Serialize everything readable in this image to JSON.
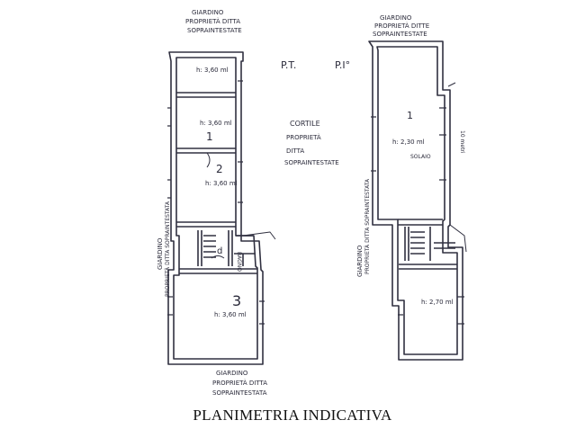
{
  "ground": {
    "level_label": "P.T.",
    "top_label_1": "GIARDINO",
    "top_label_2": "PROPRIETÀ DITTA",
    "top_label_3": "SOPRAINTESTATE",
    "room1_height": "h: 3,60 ml",
    "room2_height": "h: 3,60 ml",
    "room2_num": "1",
    "room3_height": "h: 3,60 ml",
    "room3_num": "2",
    "bath_label": "BAGNO",
    "d_label": "d",
    "room4_num": "3",
    "room4_height": "h: 3,60 ml",
    "left_side_1": "GIARDINO",
    "left_side_2": "PROPRIETÀ DITTA SOPRAINTESTATA",
    "bottom_label_1": "GIARDINO",
    "bottom_label_2": "PROPRIETÀ DITTA",
    "bottom_label_3": "SOPRAINTESTATA"
  },
  "courtyard": {
    "line1": "CORTILE",
    "line2": "PROPRIETÀ",
    "line3": "DITTA",
    "line4": "SOPRAINTESTATE"
  },
  "first": {
    "level_label": "P.I°",
    "top_label_1": "GIARDINO",
    "top_label_2": "PROPRIETÀ DITTE",
    "top_label_3": "SOPRAINTESTATE",
    "room1_num": "1",
    "room1_height": "h: 2,30 ml",
    "room1_note": "SOLAIO",
    "right_note": "10 metri",
    "left_side_1": "GIARDINO",
    "left_side_2": "PROPRIETÀ DITTA SOPRAINTESTATA",
    "room2_height": "h: 2,70 ml"
  },
  "caption": "PLANIMETRIA INDICATIVA"
}
